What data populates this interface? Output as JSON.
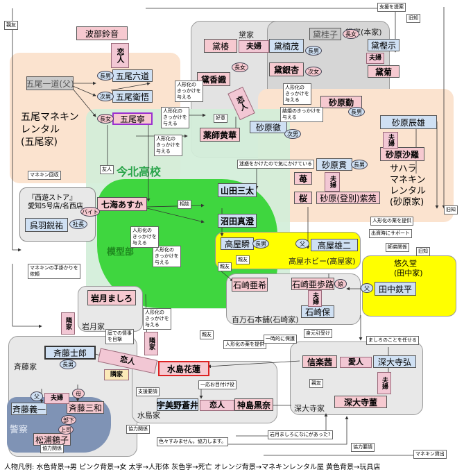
{
  "groups": {
    "goo": {
      "label": "五尾マネキン\nレンタル\n(五尾家)",
      "color": "#fbe3cf"
    },
    "school": {
      "label": "今北高校",
      "color": "#d2eed9"
    },
    "club": {
      "label": "模型部",
      "color": "#3fd63f"
    },
    "tou": {
      "label": "黛家",
      "color": "#e3e3e3"
    },
    "tou_main": {
      "label": "黛家(本家)",
      "color": "#d6d6d6"
    },
    "saha": {
      "label": "サハラ\nマネキン\nレンタル\n(砂原家)",
      "color": "#fbe3cf"
    },
    "store": {
      "label": "",
      "color": "#e8e8e8"
    },
    "takaya": {
      "label": "高屋ホビー(高屋家)",
      "color": "#ffff00"
    },
    "yuukyu": {
      "label": "悠久堂\n(田中家)",
      "color": "#ffff00"
    },
    "iwatsuki": {
      "label": "岩月家",
      "color": "#e8e8e8"
    },
    "ishizaki": {
      "label": "百万石本舗(石崎家)",
      "color": "#e8e8e8"
    },
    "saito": {
      "label": "斉藤家",
      "color": "#e8e8e8"
    },
    "police": {
      "label": "警察",
      "color": "#7f93b5"
    },
    "mizushima": {
      "label": "水島家",
      "color": "#e8e8e8"
    },
    "shindai": {
      "label": "深大寺家",
      "color": "#e8e8e8"
    }
  },
  "nodes": {
    "hatori": "波部鈴音",
    "goo_ichido": "五尾一道(父)",
    "goo_rokudou": "五尾六道",
    "goo_eigo": "五尾衛悟",
    "goo_mikoto": "五尾寧",
    "tou_tsubaki": "黛椿",
    "tou_kusu": "黛楠茂",
    "tou_ginkyo": "黛銀杏",
    "tou_kogane": "黛香織",
    "tou_keiko": "黛桂子",
    "tou_kijuu": "黛樫示",
    "tou_kiku": "黛菊",
    "sahara_tsutomu": "砂原勤",
    "sahara_tatsuo": "砂原辰雄",
    "sahara_saori": "砂原沙羅",
    "sahara_tetsu": "砂原徹",
    "sahara_kan": "砂原貫",
    "momo": "苺",
    "sakura": "桜",
    "sahara_shion": "砂原(登別)紫苑",
    "yakushiji": "薬師黄華",
    "store_name": "『西遊ストア』\n愛知5号店/名西店",
    "kurehashi": "呉羽鋭祐",
    "nanami": "七海あすか",
    "yamada": "山田三太",
    "numata": "沼田真澄",
    "takaya_shun": "高屋瞬",
    "takaya_yuuji": "高屋雄二",
    "ishizaki_aki": "石崎亜希",
    "ishizaki_asuji": "石崎亜歩路",
    "ishizaki_tamotsu": "石崎保",
    "tanaka": "田中鉄平",
    "iwatsuki_mashiro": "岩月ましろ",
    "saito_shirou": "斉藤士郎",
    "mizushima_karen": "水島花蓮",
    "saito_yoshikazu": "斉藤義一",
    "saito_miwa": "斉藤三和",
    "matsuura": "松浦鶴子",
    "umino": "宇美野蒼井",
    "kamishima": "神島黒奈",
    "shinraku": "信楽茜",
    "shindai_kouko": "深大寺弘",
    "shindai_kaoru": "深大寺董"
  },
  "pills": {
    "cho": "長男",
    "ji": "次男",
    "cho_jo": "長女",
    "ji_jo": "次女",
    "shacho": "社長",
    "chichi": "父",
    "haha": "母",
    "musume": "娘",
    "bukka": "部下",
    "jouji": "上司",
    "baito": "バイト"
  },
  "relations": {
    "koibito": "恋人",
    "fuufu": "夫婦",
    "aijin": "愛人",
    "rinka": "隣家",
    "yuujin": "友人",
    "shinyuu": "親友",
    "soudan": "相談"
  },
  "notes": {
    "shien_teian": "支援を提案",
    "kyuchi": "旧知",
    "shinyuu_top": "親友",
    "ningyou_kikkake_1": "人形化の\nきっかけを\n与える",
    "ningyou_kikkake_2": "人形化の\nきっかけを\n与える",
    "ningyou_kikkake_3": "人形化の\nきっかけを\n与える",
    "ningyou_kikkake_4": "人形化の\nきっかけを\n与える",
    "ningyou_kikkake_5": "人形化の\nきっかけを\n与える",
    "ningyou_kikkake_6": "人形化の\nきっかけを\n与える",
    "ningyou_kikkake_7": "人形化の\nきっかけを\n与える",
    "kekkon_kikkake": "結婚のきっかけを\n与える",
    "koui": "好意",
    "meiwaku": "迷惑をかけたので気にかけている",
    "mannequin_kaishuu": "マネキン回収",
    "mannequin_tegakari": "マネキンの手掛かりを\n依頼",
    "ningyouka_kusuri_1": "人形化の薬を提供",
    "ningyouka_kusuri_2": "人形化の薬を提供",
    "shusshi_support": "出資時にサポート",
    "shiyaku": "師弟関係",
    "kyuchi_2": "旧知",
    "kyuchi_3": "旧知",
    "shinyuu_2": "親友",
    "shinyuu_3": "親友",
    "shinyuu_4": "親友",
    "niwa_jouji": "庭での情事\nを目撃",
    "ichiji_hogo": "一時的に保護",
    "ichiou_otsuke": "一応お目付け役",
    "shien_yousei": "支援要請",
    "kyouryoku_1": "協力関係",
    "kyouryoku_2": "協力関係",
    "shindai_hikitori": "身元引受け",
    "mashiro_makaseru": "ましろのことを任せる",
    "iromo": "色々すみません。協力します。",
    "mashiro_nani": "岩月ましろになにがあった?",
    "kyouryoku_yousei": "協力要請",
    "mannequin_kashidashi": "マネキン貸出"
  },
  "legend": "人物凡例: 水色背景→男  ピンク背景→女  太字→人形体  灰色字→死亡  オレンジ背景→マネキンレンタル屋    黄色背景→玩具店",
  "colors": {
    "male": "#cfe0f3",
    "female": "#f6c9d0",
    "dead": "#c9c9c9",
    "rental": "#fbe3cf",
    "toy": "#ffff00",
    "arrow_fill": "#f2c7d4",
    "arrow_stroke": "#9a6a7a"
  }
}
